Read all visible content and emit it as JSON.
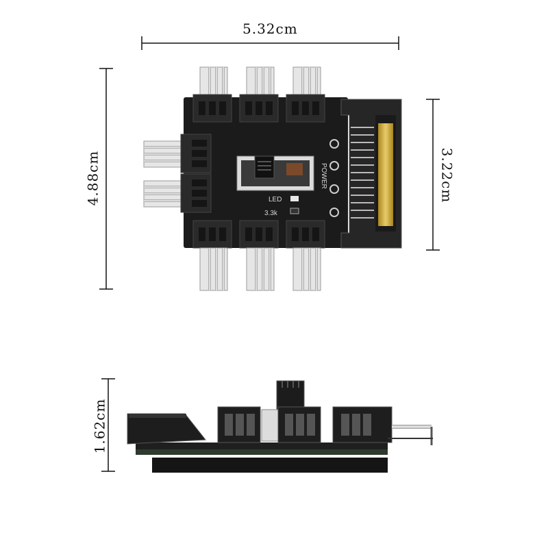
{
  "dimensions": {
    "width_top": "5.32cm",
    "height_left": "4.88cm",
    "height_right": "3.22cm",
    "height_side": "1.62cm"
  },
  "board_labels": {
    "switch": "POWER",
    "led": "LED",
    "resistor": "3.3k"
  },
  "colors": {
    "pcb": "#1b1b1b",
    "connector": "#2a2a2a",
    "pin": "#d9d9d9",
    "gold": "#c9a640"
  }
}
